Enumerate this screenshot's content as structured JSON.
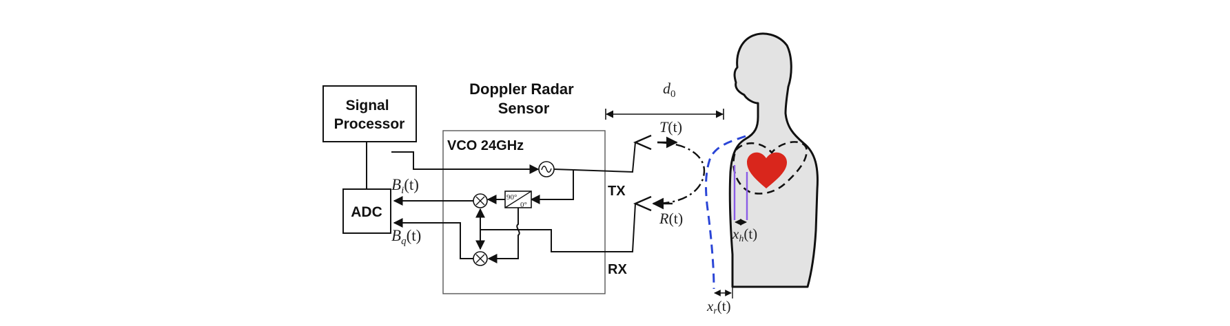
{
  "blocks": {
    "signal_processor": [
      "Signal",
      "Processor"
    ],
    "adc": "ADC",
    "radar_title": [
      "Doppler Radar",
      "Sensor"
    ],
    "vco": "VCO 24GHz",
    "tx": "TX",
    "rx": "RX",
    "phase_shifter": [
      "90°",
      "0°"
    ]
  },
  "signals": {
    "bi": [
      "B",
      "i",
      "(t)"
    ],
    "bq": [
      "B",
      "q",
      "(t)"
    ],
    "tt": [
      "T",
      "(t)"
    ],
    "rt": [
      "R",
      "(t)"
    ],
    "d0": [
      "d",
      "0"
    ],
    "xh": [
      "x",
      "h",
      "(t)"
    ],
    "xr": [
      "x",
      "r",
      "(t)"
    ]
  },
  "colors": {
    "line": "#111111",
    "chest_wall": "#2a45d6",
    "heart": "#d9261c",
    "heart_marker": "#8a5ce6",
    "body_fill": "#e3e3e3"
  }
}
